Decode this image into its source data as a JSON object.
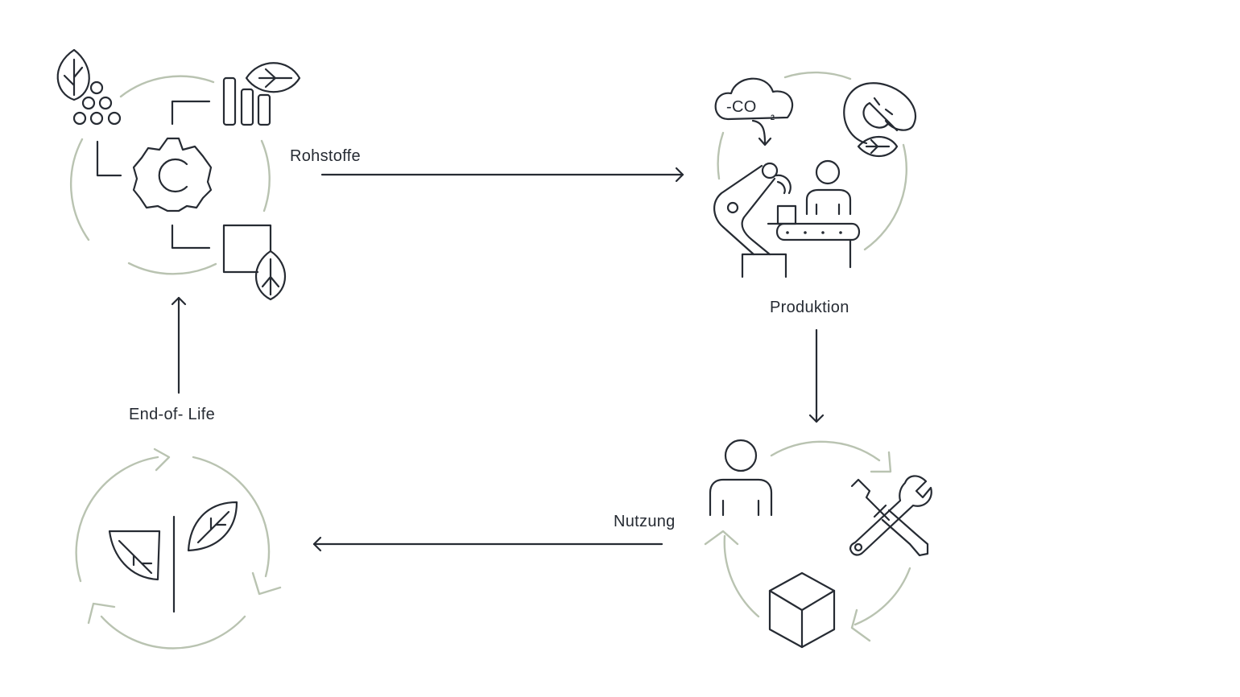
{
  "labels": {
    "raw_materials": "Rohstoffe",
    "production": "Produktion",
    "use": "Nutzung",
    "end_of_life": "End-of- Life"
  },
  "cloud_text": {
    "main": "-CO",
    "subscript": "2"
  },
  "colors": {
    "ink": "#262b33",
    "cycle_ring": "#b9c3b1",
    "background": "#ffffff"
  },
  "icons": {
    "raw_materials": [
      "leaf-icon",
      "granules-icon",
      "bar-chart-icon",
      "gear-icon",
      "square-icon"
    ],
    "production": [
      "co2-cloud-icon",
      "power-plug-icon",
      "robot-arm-icon",
      "worker-icon",
      "conveyor-belt-icon"
    ],
    "use": [
      "person-icon",
      "tools-icon",
      "box-icon"
    ],
    "end_of_life": [
      "recycle-arrows-icon",
      "leaves-icon"
    ]
  }
}
